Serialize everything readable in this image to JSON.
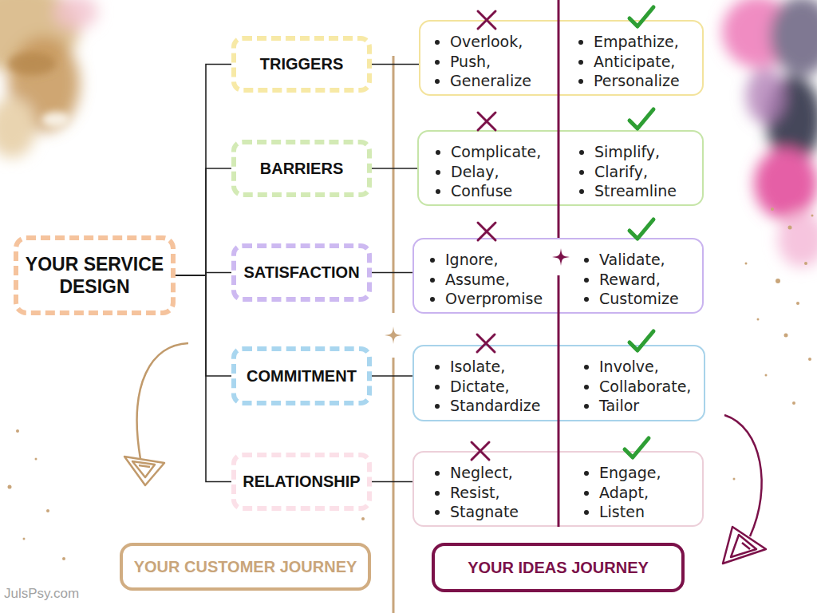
{
  "diagram": {
    "nodes": [
      {
        "text": [
          "YOUR SERVICE DESIGN"
        ]
      },
      {
        "text": [
          "TRIGGERS"
        ]
      },
      {
        "text": [
          "BARRIERS"
        ]
      },
      {
        "text": [
          "SATISFACTION"
        ]
      },
      {
        "text": [
          "COMMITMENT"
        ]
      },
      {
        "text": [
          "RELATIONSHIP"
        ]
      },
      {
        "text": [
          "Overlook,",
          "Push,",
          "Generalize",
          "Empathize,",
          "Anticipate,",
          "Personalize"
        ]
      },
      {
        "text": [
          "Complicate,",
          "Delay,",
          "Confuse",
          "Simplify,",
          "Clarify,",
          "Streamline"
        ]
      },
      {
        "text": [
          "Ignore,",
          "Assume,",
          "Overpromise",
          "Validate,",
          "Reward,",
          "Customize"
        ]
      },
      {
        "text": [
          "Isolate,",
          "Dictate,",
          "Standardize",
          "Involve,",
          "Collaborate,",
          "Tailor"
        ]
      },
      {
        "text": [
          "Neglect,",
          "Resist,",
          "Stagnate",
          "Engage,",
          "Adapt,",
          "Listen"
        ]
      },
      {
        "text": [
          "YOUR CUSTOMER JOURNEY"
        ]
      },
      {
        "text": [
          "YOUR IDEAS JOURNEY"
        ]
      }
    ],
    "edges": [
      {
        "from": 0,
        "to": 1,
        "arrow": "none"
      },
      {
        "from": 0,
        "to": 2,
        "arrow": "none"
      },
      {
        "from": 0,
        "to": 3,
        "arrow": "none"
      },
      {
        "from": 0,
        "to": 4,
        "arrow": "none"
      },
      {
        "from": 0,
        "to": 5,
        "arrow": "none"
      },
      {
        "from": 1,
        "to": 6,
        "arrow": "none"
      },
      {
        "from": 2,
        "to": 7,
        "arrow": "none"
      },
      {
        "from": 3,
        "to": 8,
        "arrow": "none"
      },
      {
        "from": 4,
        "to": 9,
        "arrow": "none"
      },
      {
        "from": 5,
        "to": 10,
        "arrow": "none"
      }
    ],
    "labels": [
      "JulsPsy.com"
    ]
  }
}
